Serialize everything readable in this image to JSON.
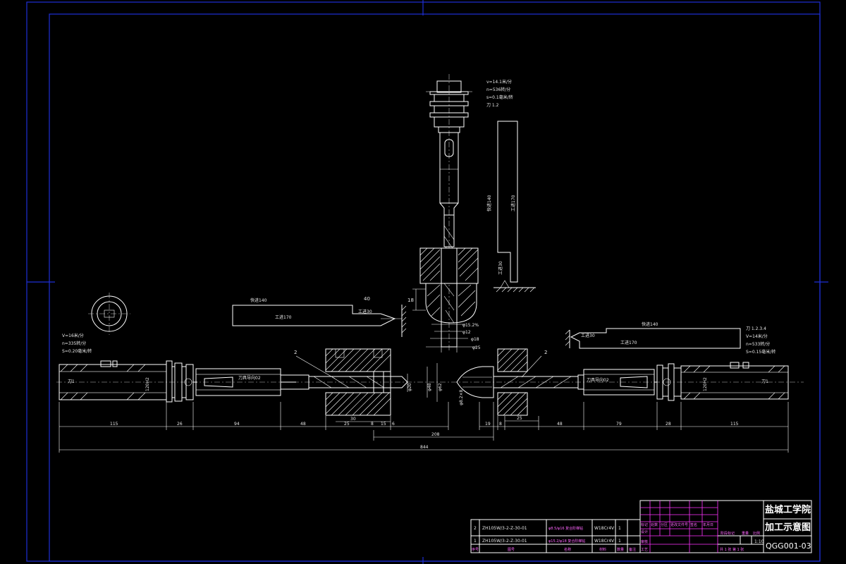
{
  "drawing": {
    "top_params": [
      "v=14.1米/分",
      "n=536转/分",
      "s=0.1毫米/转",
      "刀 1.2"
    ],
    "left_params": [
      "V=16米/分",
      "n=335转/分",
      "S=0.20毫米/转"
    ],
    "right_params": [
      "刀 1.2.3.4",
      "V=14米/分",
      "n=533转/分",
      "S=0.15毫米/转"
    ],
    "top_labels": {
      "vertical_a": "快进140",
      "vertical_b": "工进170",
      "vertical_c": "工进30",
      "dim_18": "18",
      "d15": "φ15.2%",
      "d12": "φ12",
      "d18": "φ18",
      "d25": "φ25"
    },
    "left_labels": {
      "feed_fast": "快进140",
      "feed_work": "工进170",
      "feed_work2": "工进30",
      "dim_40": "40",
      "dim_20": "φ20",
      "dim_48": "φ48",
      "dim_62": "φ62",
      "dim_120": "120H2",
      "callout": "2",
      "knife": "刀1",
      "holder": "刀具导向02"
    },
    "right_labels": {
      "feed_fast": "快进140",
      "feed_work": "工进170",
      "feed_work2": "工进30",
      "callout": "2",
      "d_right": "φ20",
      "d_rh": "120H2",
      "knife": "刀1",
      "holder": "刀具导向02",
      "d_left": "φ8.2×8"
    },
    "dims_left": [
      "115",
      "26",
      "94",
      "48",
      "25",
      "30",
      "8",
      "15",
      "6"
    ],
    "dims_right": [
      "19",
      "8",
      "25",
      "48",
      "79",
      "28",
      "115"
    ],
    "dim_208": "208",
    "dim_total": "844"
  },
  "parts_list": {
    "rows": [
      {
        "no": "2",
        "code": "ZH105W/3-2-Z-30-01",
        "name": "φ8.5/φ16 复合阶梯钻",
        "material": "W18Cr4V",
        "qty": "1"
      },
      {
        "no": "1",
        "code": "ZH105W/3-2-Z-30-01",
        "name": "φ15.2/φ18 复合阶梯钻",
        "material": "W18Cr4V",
        "qty": "1"
      }
    ],
    "header": [
      "序号",
      "图号",
      "名称",
      "材料",
      "数量",
      "备注"
    ]
  },
  "title_block": {
    "school": "盐城工学院",
    "title": "加工示意图",
    "code": "QGG001-03",
    "scale": "1:10",
    "sheet": "共 1 张 第 1 张",
    "mini_labels": [
      "标记",
      "处数",
      "分区",
      "更改文件号",
      "签名",
      "年月日",
      "设计",
      "审核",
      "工艺",
      "阶段标记",
      "重量",
      "比例"
    ]
  },
  "colors": {
    "frame": "#1f2fd6",
    "line": "#ffffff",
    "magenta": "#ff33ff",
    "bg": "#000000"
  }
}
